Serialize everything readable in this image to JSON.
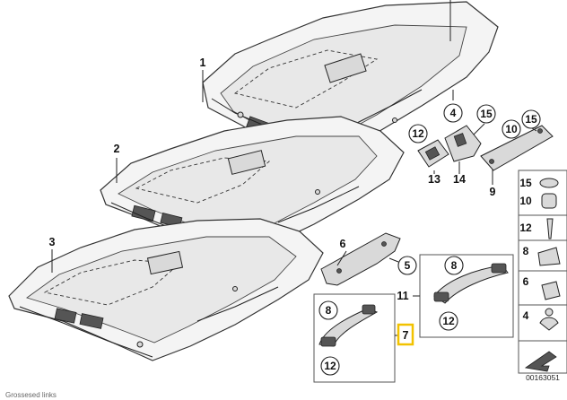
{
  "diagram": {
    "callouts_plain": [
      "1",
      "2",
      "3",
      "4",
      "5",
      "6",
      "9",
      "11",
      "13",
      "14"
    ],
    "callouts_circled": [
      "8",
      "12",
      "15",
      "10"
    ],
    "highlighted_callout": "7",
    "side_strip_labels": [
      "15",
      "10",
      "12",
      "8",
      "6",
      "4"
    ],
    "figure_id": "00163051",
    "footnote": "Grossesed links"
  },
  "colors": {
    "highlight": "#f2c200",
    "line": "#222222",
    "panel": "#f4f4f4"
  }
}
